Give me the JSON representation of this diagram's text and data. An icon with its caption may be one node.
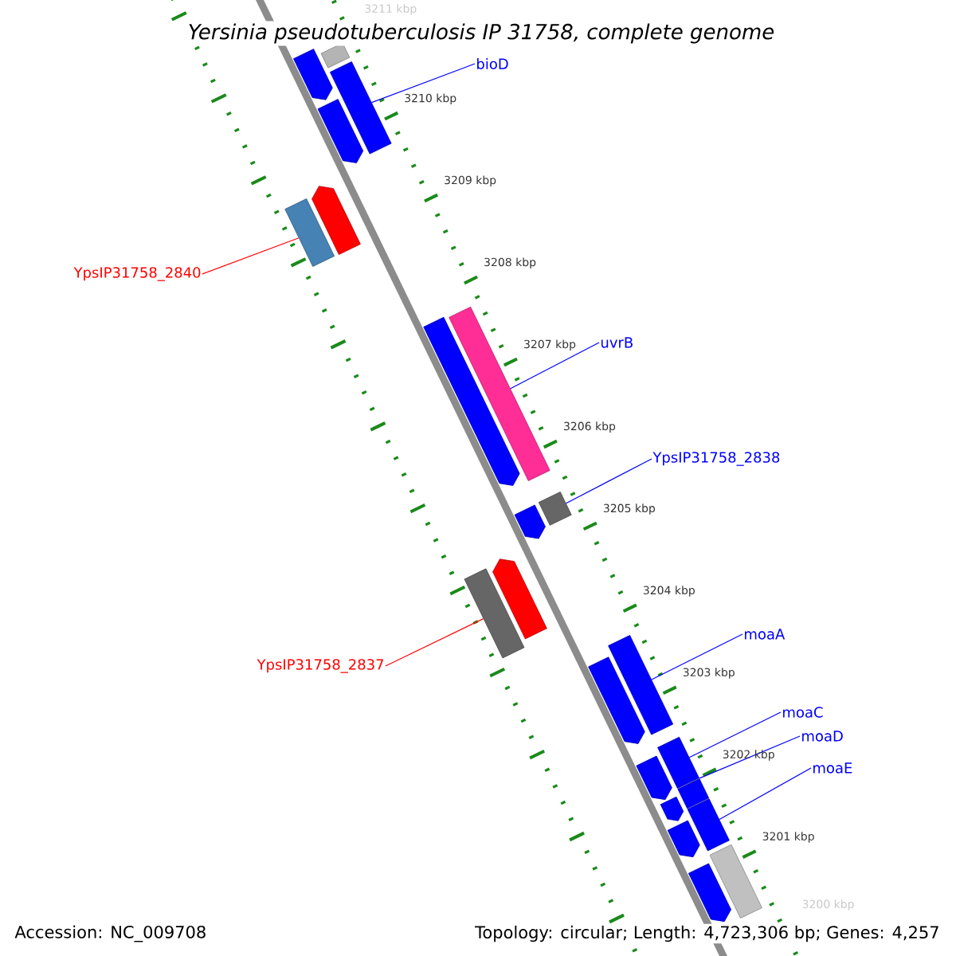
{
  "diagram": {
    "title": "Yersinia pseudotuberculosis IP 31758, complete genome",
    "nodes": [
      {
        "text": [
          "bioD"
        ]
      },
      {
        "text": [],
        "shape": "bar"
      },
      {
        "text": [],
        "shape": "bar"
      },
      {
        "text": [],
        "shape": "bar"
      },
      {
        "text": [],
        "shape": "bar"
      },
      {
        "text": [
          "YpsIP31758_2840"
        ]
      },
      {
        "text": [],
        "shape": "bar"
      },
      {
        "text": [],
        "shape": "bar"
      },
      {
        "text": [
          "uvrB"
        ]
      },
      {
        "text": [],
        "shape": "bar"
      },
      {
        "text": [],
        "shape": "bar"
      },
      {
        "text": [
          "YpsIP31758_2838"
        ]
      },
      {
        "text": [],
        "shape": "bar"
      },
      {
        "text": [],
        "shape": "bar"
      },
      {
        "text": [
          "YpsIP31758_2837"
        ]
      },
      {
        "text": [],
        "shape": "bar"
      },
      {
        "text": [],
        "shape": "bar"
      },
      {
        "text": [
          "moaA"
        ]
      },
      {
        "text": [],
        "shape": "bar"
      },
      {
        "text": [],
        "shape": "bar"
      },
      {
        "text": [
          "moaC"
        ]
      },
      {
        "text": [
          "moaD"
        ]
      },
      {
        "text": [
          "moaE"
        ]
      },
      {
        "text": [],
        "shape": "bar"
      },
      {
        "text": [],
        "shape": "bar"
      },
      {
        "text": [],
        "shape": "bar"
      },
      {
        "text": [],
        "shape": "bar"
      },
      {
        "text": [],
        "shape": "bar"
      },
      {
        "text": [],
        "shape": "bar"
      },
      {
        "text": [],
        "shape": "bar"
      },
      {
        "text": [],
        "shape": "bar"
      }
    ],
    "edges": [
      {
        "from": 0,
        "to": 4,
        "arrow": "none"
      },
      {
        "from": 5,
        "to": 7,
        "arrow": "none",
        "color": "#ff0000"
      },
      {
        "from": 8,
        "to": 10,
        "arrow": "none"
      },
      {
        "from": 11,
        "to": 13,
        "arrow": "none"
      },
      {
        "from": 14,
        "to": 16,
        "arrow": "none",
        "color": "#ff0000"
      },
      {
        "from": 17,
        "to": 19,
        "arrow": "none"
      },
      {
        "from": 20,
        "to": 26,
        "arrow": "none"
      },
      {
        "from": 21,
        "to": 27,
        "arrow": "none"
      },
      {
        "from": 22,
        "to": 28,
        "arrow": "none"
      }
    ],
    "labels": [
      "3211 kbp",
      "3210 kbp",
      "3209 kbp",
      "3208 kbp",
      "3207 kbp",
      "3206 kbp",
      "3205 kbp",
      "3204 kbp",
      "3203 kbp",
      "3202 kbp",
      "3201 kbp",
      "3200 kbp",
      "Accession: NC_009708",
      "Topology: circular; Length: 4,723,306 bp; Genes: 4,257"
    ]
  }
}
